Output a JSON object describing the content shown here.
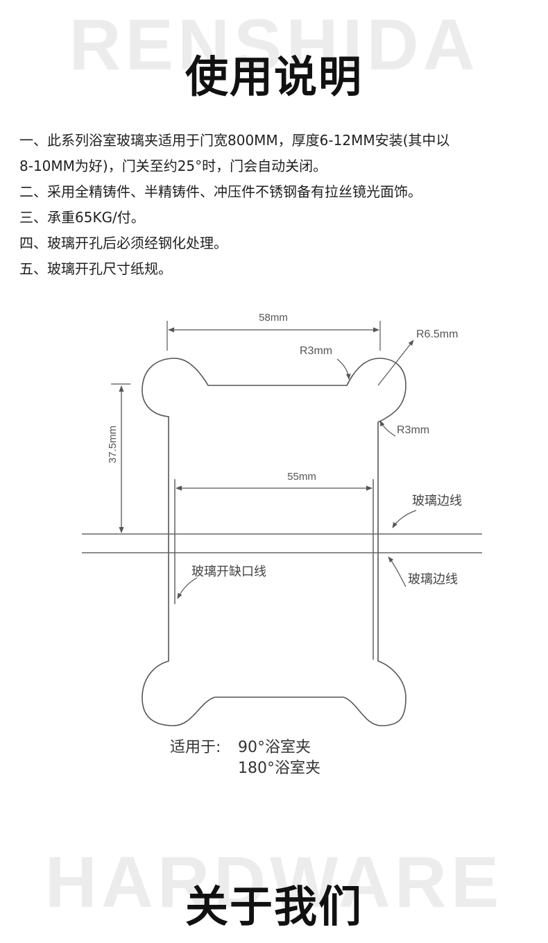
{
  "header": {
    "watermark": "RENSHIDA",
    "title": "使用说明"
  },
  "instructions": [
    "一、此系列浴室玻璃夹适用于门宽800MM，厚度6-12MM安装(其中以",
    "8-10MM为好)，门关至约25°时，门会自动关闭。",
    "二、采用全精铸件、半精铸件、冲压件不锈钢备有拉丝镜光面饰。",
    "三、承重65KG/付。",
    "四、玻璃开孔后必须经钢化处理。",
    "五、玻璃开孔尺寸纸规。"
  ],
  "diagram": {
    "dim_top_width": "58mm",
    "dim_radius_large": "R6.5mm",
    "dim_radius_inner_top": "R3mm",
    "dim_radius_inner_right": "R3mm",
    "dim_height": "37.5mm",
    "dim_inner_width": "55mm",
    "label_glass_edge_top": "玻璃边线",
    "label_glass_edge_bottom": "玻璃边线",
    "label_notch_line": "玻璃开缺口线"
  },
  "applicable": {
    "label": "适用于:",
    "items": [
      "90°浴室夹",
      "180°浴室夹"
    ]
  },
  "footer": {
    "watermark": "HARDWARE",
    "title": "关于我们"
  }
}
